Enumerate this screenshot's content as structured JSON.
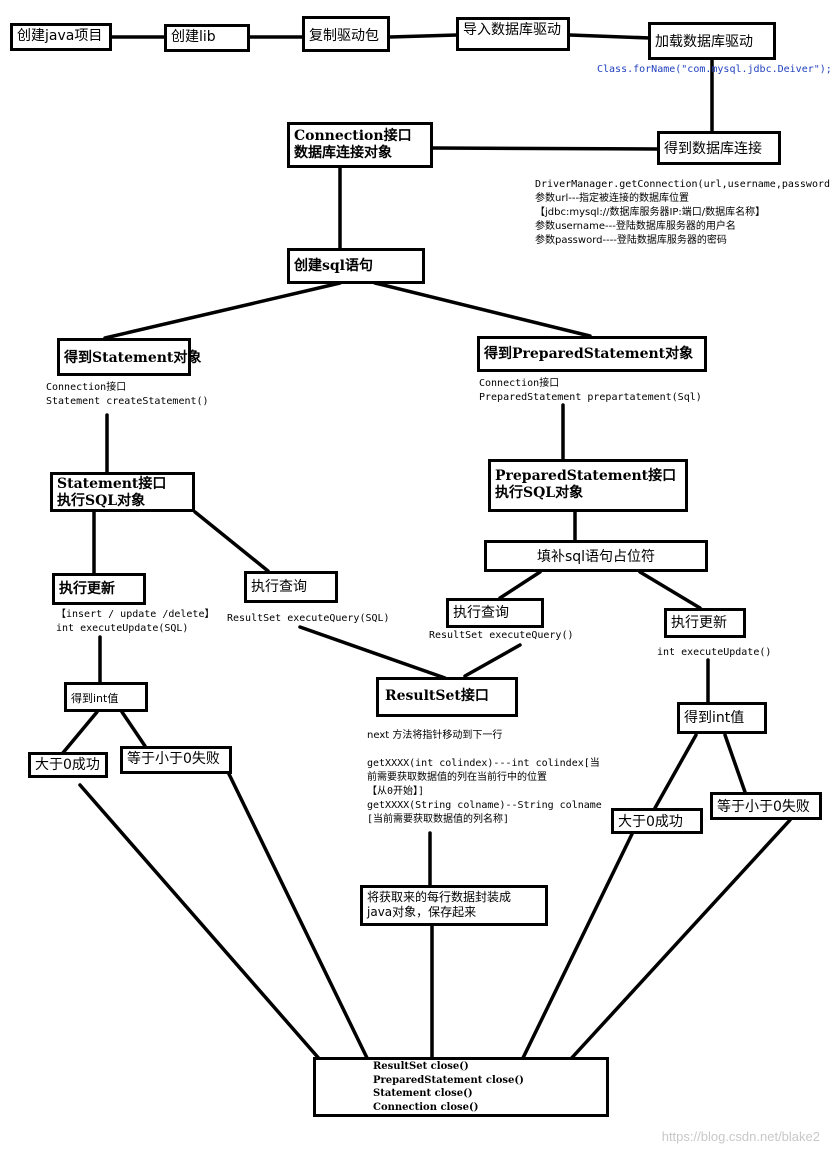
{
  "top_flow": {
    "create_project": "创建java项目",
    "create_lib": "创建lib",
    "copy_driver": "复制驱动包",
    "import_driver": "导入数据库驱动",
    "load_driver": "加载数据库驱动",
    "class_forname": "Class.forName(\"com.mysql.jdbc.Deiver\");"
  },
  "connection": {
    "get_connection": "得到数据库连接",
    "iface_line1": "Connection接口",
    "iface_line2": "数据库连接对象",
    "notes": [
      "DriverManager.getConnection(url,username,password)",
      "参数url---指定被连接的数据库位置",
      "【jdbc:mysql://数据库服务器IP:端口/数据库名称】",
      "参数username---登陆数据库服务器的用户名",
      "参数password----登陆数据库服务器的密码"
    ]
  },
  "create_sql": "创建sql语句",
  "left_branch": {
    "get_statement": "得到Statement对象",
    "stmt_notes": [
      "Connection接口",
      "Statement   createStatement()"
    ],
    "iface_line1": "Statement接口",
    "iface_line2": "执行SQL对象",
    "exec_update": "执行更新",
    "update_notes": [
      "【insert / update /delete】",
      "int executeUpdate(SQL)"
    ],
    "get_int": "得到int值",
    "success": "大于0成功",
    "fail": "等于小于0失败",
    "exec_query": "执行查询",
    "query_note": "ResultSet  executeQuery(SQL)"
  },
  "right_branch": {
    "get_prepared": "得到PreparedStatement对象",
    "prep_notes": [
      "Connection接口",
      "PreparedStatement  prepartatement(Sql)"
    ],
    "iface_line1": "PreparedStatement接口",
    "iface_line2": "执行SQL对象",
    "fill_placeholder": "填补sql语句占位符",
    "exec_query": "执行查询",
    "query_note": "ResultSet    executeQuery()",
    "exec_update": "执行更新",
    "update_note": "int executeUpdate()",
    "get_int": "得到int值",
    "success": "大于0成功",
    "fail": "等于小于0失败"
  },
  "resultset": {
    "title": "ResultSet接口",
    "notes": [
      "next 方法将指针移动到下一行",
      "",
      "getXXXX(int colindex)---int colindex[当",
      "前需要获取数据值的列在当前行中的位置",
      "【从0开始】]",
      "getXXXX(String colname)--String colname",
      "[当前需要获取数据值的列名称]"
    ],
    "wrap_line1": "将获取来的每行数据封装成",
    "wrap_line2": "java对象，保存起来"
  },
  "close_box": [
    "ResultSet  close()",
    "PreparedStatement   close()",
    "Statement   close()",
    "Connection   close()"
  ],
  "watermark": "https://blog.csdn.net/blake2"
}
